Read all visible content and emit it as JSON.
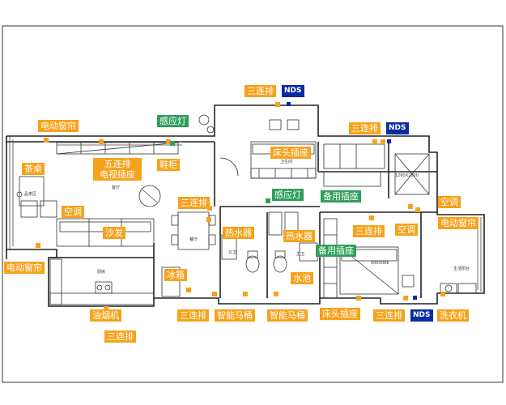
{
  "colors": {
    "orange": "#f7a21b",
    "green": "#2f9e5a",
    "navy": "#0b2ba3",
    "wall": "#222222"
  },
  "labels": {
    "curtain_left": "电动窗帘",
    "tea_table": "茶桌",
    "five_strip": "五连排",
    "tv_socket": "电视插座",
    "sense_light_top": "感应灯",
    "shoe_cabinet": "鞋柜",
    "triple_top": "三连排",
    "nds_top": "NDS",
    "triple_right": "三连排",
    "nds_right": "NDS",
    "bedside_top": "床头插座",
    "ac_left": "空调",
    "sofa": "沙发",
    "triple_dining": "三连排",
    "sense_light_mid": "感应灯",
    "backup_socket_top": "备用插座",
    "ac_right": "空调",
    "heater_1": "热水器",
    "heater_2": "热水器",
    "triple_mid": "三连排",
    "ac_bedroom": "空调",
    "curtain_right": "电动窗帘",
    "backup_socket_mid": "备用插座",
    "curtain_bottom_left": "电动窗帘",
    "fridge": "冰箱",
    "sink": "水池",
    "hood": "油烟机",
    "triple_kitchen": "三连排",
    "triple_bath": "三连排",
    "toilet_1": "智能马桶",
    "toilet_2": "智能马桶",
    "bedside_bottom": "床头插座",
    "triple_bottom_right": "三连排",
    "nds_bottom": "NDS",
    "washer": "洗衣机"
  },
  "plan_text": {
    "tea_room": "品茶区",
    "living": "客厅",
    "dining": "餐厅",
    "kitchen": "厨房",
    "bed_dim": "1260X2000",
    "bed2_dim": "000X006",
    "bathroom": "卫生间",
    "public_wc": "公卫",
    "master_wc": "主卫",
    "laundry": "生活阳台"
  }
}
